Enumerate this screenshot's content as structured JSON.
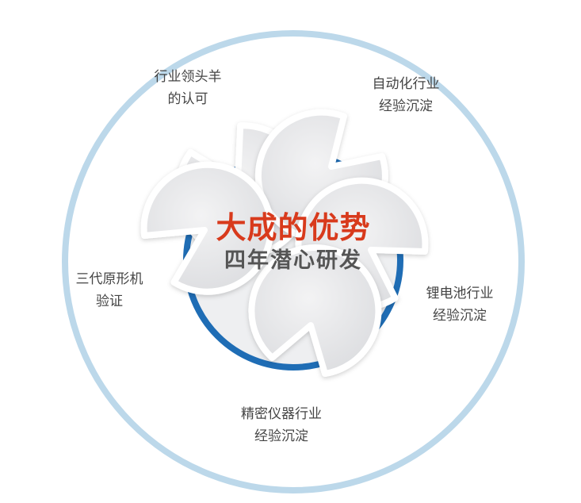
{
  "center": {
    "title": "大成的优势",
    "subtitle": "四年潜心研发"
  },
  "bubbles": [
    {
      "line1": "行业领头羊",
      "line2": "的认可"
    },
    {
      "line1": "自动化行业",
      "line2": "经验沉淀"
    },
    {
      "line1": "锂电池行业",
      "line2": "经验沉淀"
    },
    {
      "line1": "精密仪器行业",
      "line2": "经验沉淀"
    },
    {
      "line1": "三代原形机",
      "line2": "验证"
    }
  ],
  "colors": {
    "accent": "#d83a1c",
    "ring": "#1f6db5",
    "outer_ring": "#bcd8ea"
  }
}
